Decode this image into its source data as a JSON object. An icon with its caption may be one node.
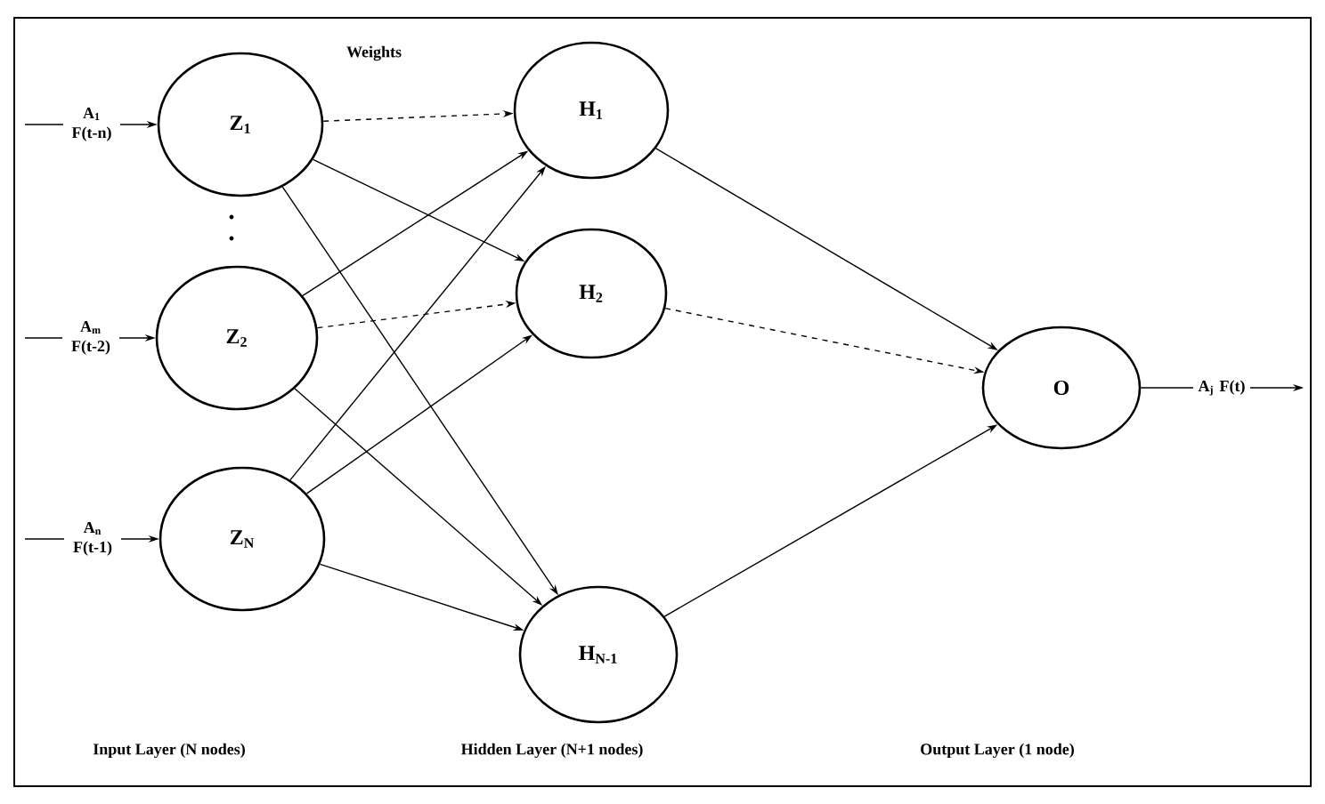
{
  "diagram": {
    "nodes": [
      {
        "text": [
          "Z$_{1}$"
        ]
      },
      {
        "text": [
          "Z$_{2}$"
        ]
      },
      {
        "text": [
          "Z$_{N}$"
        ]
      },
      {
        "text": [
          "H$_{1}$"
        ]
      },
      {
        "text": [
          "H$_{2}$"
        ]
      },
      {
        "text": [
          "H$_{N-1}$"
        ]
      },
      {
        "text": [
          "O"
        ]
      }
    ],
    "edges": [
      {
        "from": null,
        "to": 0,
        "arrow": "to",
        "label": "A$_{1}$ F(t-n)"
      },
      {
        "from": null,
        "to": 1,
        "arrow": "to",
        "label": "A$_{m}$ F(t-2)"
      },
      {
        "from": null,
        "to": 2,
        "arrow": "to",
        "label": "A$_{n}$ F(t-1)"
      },
      {
        "from": 0,
        "to": 3,
        "arrow": "to",
        "style": "dashed"
      },
      {
        "from": 0,
        "to": 4,
        "arrow": "to"
      },
      {
        "from": 0,
        "to": 5,
        "arrow": "to"
      },
      {
        "from": 1,
        "to": 3,
        "arrow": "to"
      },
      {
        "from": 1,
        "to": 4,
        "arrow": "to",
        "style": "dashed"
      },
      {
        "from": 1,
        "to": 5,
        "arrow": "to"
      },
      {
        "from": 2,
        "to": 3,
        "arrow": "to"
      },
      {
        "from": 2,
        "to": 4,
        "arrow": "to"
      },
      {
        "from": 2,
        "to": 5,
        "arrow": "to"
      },
      {
        "from": 3,
        "to": 6,
        "arrow": "to"
      },
      {
        "from": 4,
        "to": 6,
        "arrow": "to",
        "style": "dashed"
      },
      {
        "from": 5,
        "to": 6,
        "arrow": "to"
      },
      {
        "from": 6,
        "to": null,
        "arrow": "to",
        "label": "A$_{j}$ F(t)"
      }
    ],
    "labels": [
      "Weights",
      "Input Layer (N nodes)",
      "Hidden Layer (N+1 nodes)",
      "Output Layer (1 node)"
    ]
  }
}
